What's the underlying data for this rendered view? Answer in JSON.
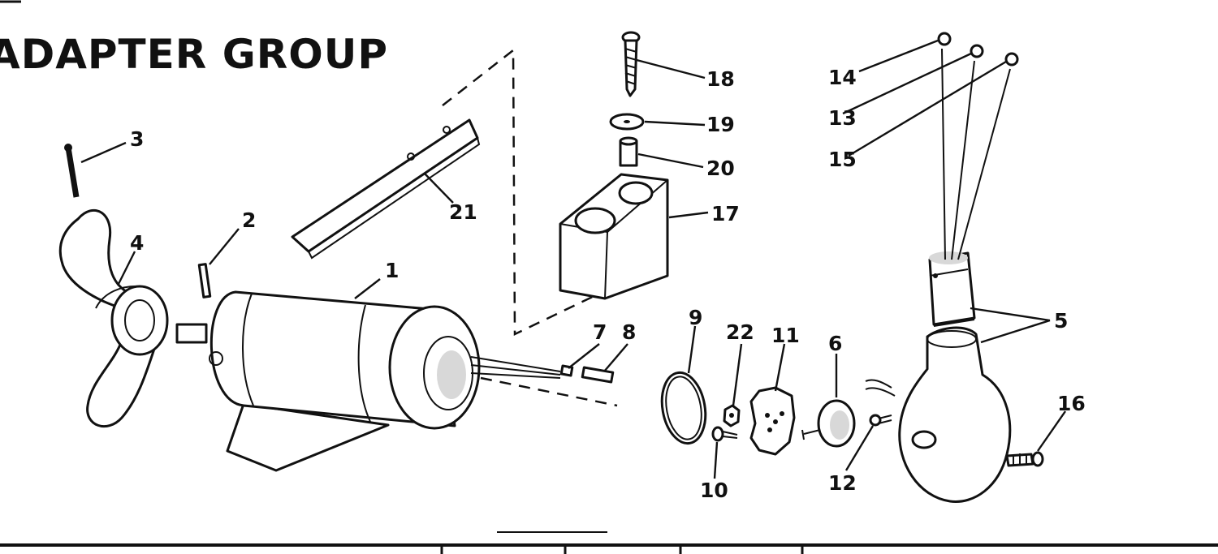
{
  "title": "ADAPTER GROUP",
  "callouts": [
    {
      "id": "1",
      "label": "1"
    },
    {
      "id": "2",
      "label": "2"
    },
    {
      "id": "3",
      "label": "3"
    },
    {
      "id": "4",
      "label": "4"
    },
    {
      "id": "5",
      "label": "5"
    },
    {
      "id": "6",
      "label": "6"
    },
    {
      "id": "7",
      "label": "7"
    },
    {
      "id": "8",
      "label": "8"
    },
    {
      "id": "9",
      "label": "9"
    },
    {
      "id": "10",
      "label": "10"
    },
    {
      "id": "11",
      "label": "11"
    },
    {
      "id": "12",
      "label": "12"
    },
    {
      "id": "13",
      "label": "13"
    },
    {
      "id": "14",
      "label": "14"
    },
    {
      "id": "15",
      "label": "15"
    },
    {
      "id": "16",
      "label": "16"
    },
    {
      "id": "17",
      "label": "17"
    },
    {
      "id": "18",
      "label": "18"
    },
    {
      "id": "19",
      "label": "19"
    },
    {
      "id": "20",
      "label": "20"
    },
    {
      "id": "21",
      "label": "21"
    },
    {
      "id": "22",
      "label": "22"
    }
  ]
}
